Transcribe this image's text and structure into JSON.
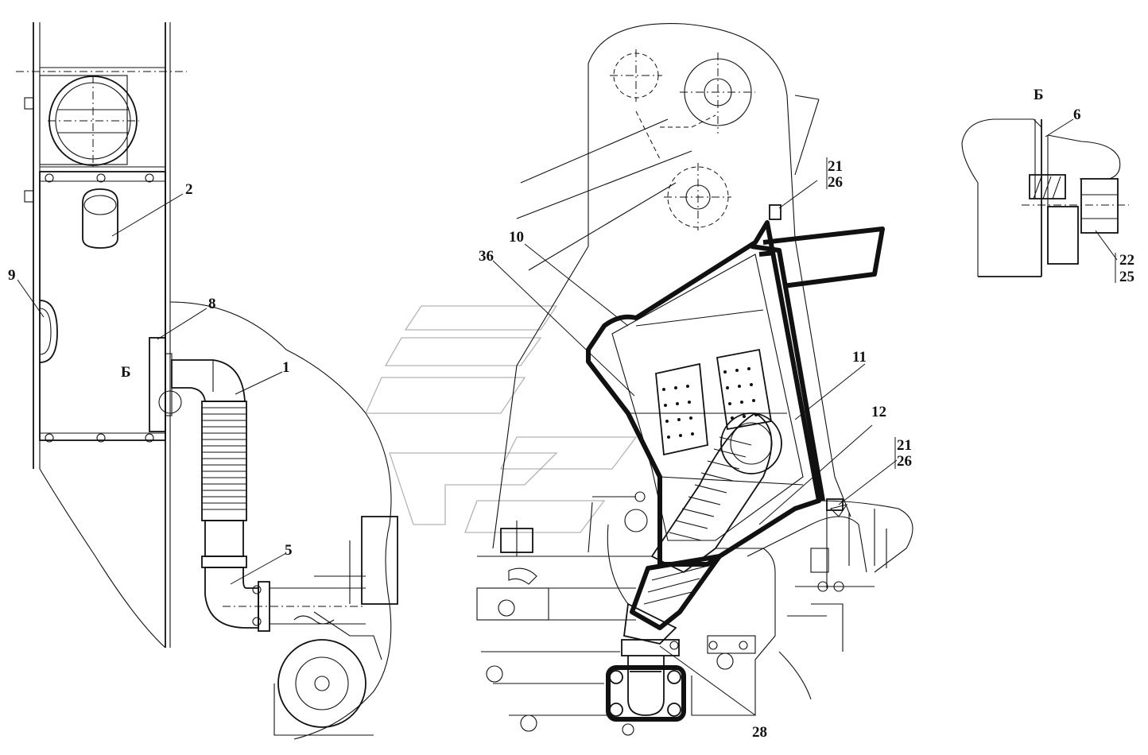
{
  "callouts": {
    "c1": "1",
    "c2": "2",
    "c5": "5",
    "c8": "8",
    "c9": "9",
    "cB_left": "Б",
    "c10": "10",
    "c36": "36",
    "c11": "11",
    "c12": "12",
    "c21a": "21",
    "c26a": "26",
    "c21b": "21",
    "c26b": "26",
    "c28": "28",
    "cB_detail": "Б",
    "c6": "6",
    "c22": "22",
    "c25": "25"
  }
}
